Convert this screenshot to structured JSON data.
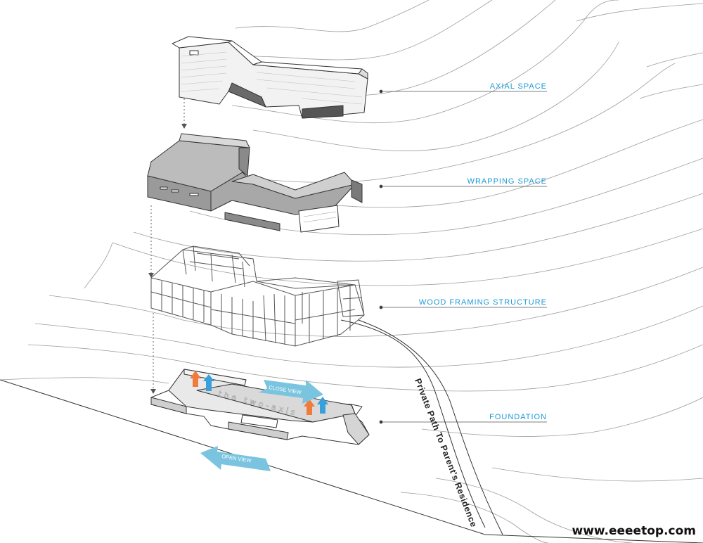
{
  "labels": {
    "axial_space": "AXIAL SPACE",
    "wrapping_space": "WRAPPING SPACE",
    "wood_framing": "WOOD FRAMING STRUCTURE",
    "foundation": "FOUNDATION"
  },
  "arrows": {
    "close_view": "CLOSE VIEW",
    "open_view": "OPEN VIEW"
  },
  "plan_text": "the two-axis",
  "path_label": "Private Path To Parent's Residence",
  "watermark": "www.eeeetop.com",
  "colors": {
    "label_blue": "#1a9ad6",
    "view_arrow": "#7ac4e0",
    "warm_arrow": "#f07b3c",
    "cool_arrow": "#3aa0dc",
    "line": "#444444",
    "contour": "#999999",
    "wrap_fill": "#9a9a9a"
  }
}
